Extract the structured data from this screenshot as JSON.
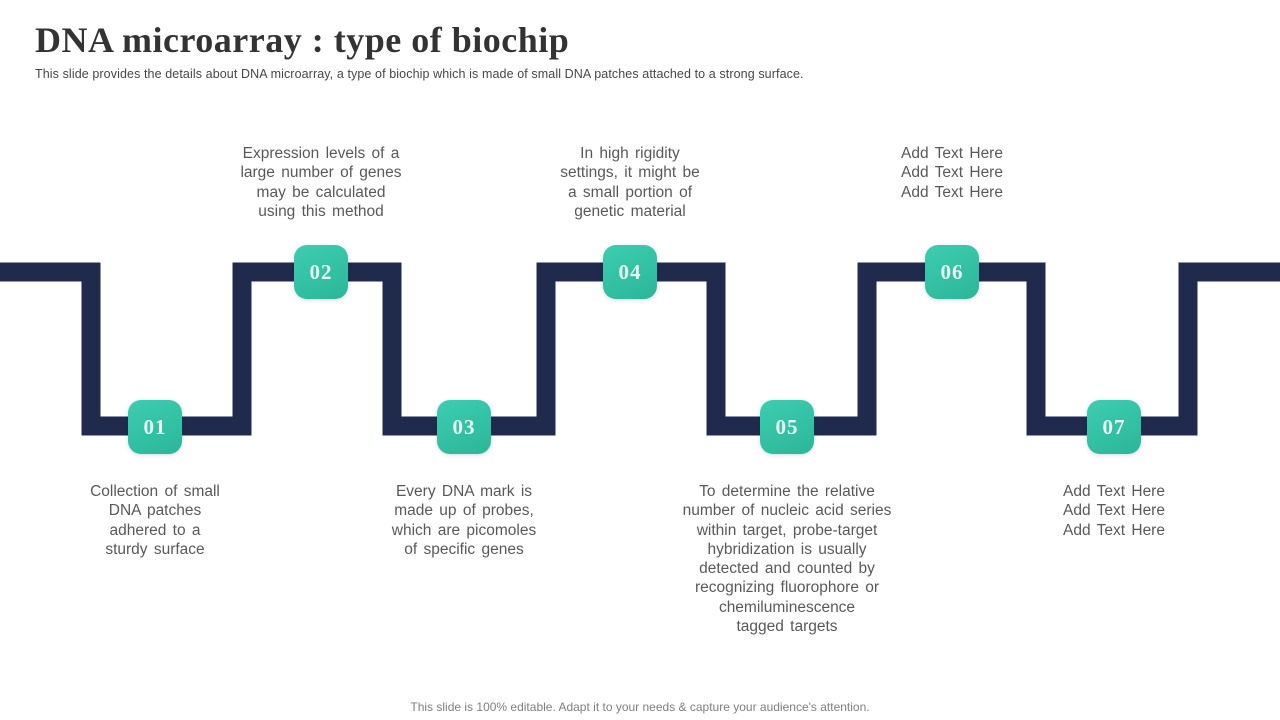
{
  "slide": {
    "title": "DNA microarray : type of biochip",
    "subtitle": "This slide provides the details about DNA microarray, a type of biochip which is made of small DNA patches attached to a strong surface.",
    "footer": "This slide is 100% editable. Adapt it to your needs & capture your audience's attention."
  },
  "timeline": {
    "shape": "zigzag",
    "line_color": "#1F2A4C",
    "badge_color": "#35C3A7",
    "badge_text_color": "#EAF6F2",
    "body_text_color": "#595959",
    "steps": [
      {
        "number": "01",
        "row": "bottom",
        "text": "Collection of small\nDNA patches\nadhered to a\nsturdy surface"
      },
      {
        "number": "02",
        "row": "top",
        "text": "Expression levels of a\nlarge number of genes\nmay be calculated\nusing this method"
      },
      {
        "number": "03",
        "row": "bottom",
        "text": "Every DNA mark is\nmade up of probes,\nwhich are picomoles\nof specific genes"
      },
      {
        "number": "04",
        "row": "top",
        "text": "In high rigidity\nsettings, it might be\na small portion of\ngenetic material"
      },
      {
        "number": "05",
        "row": "bottom",
        "text": "To determine the relative\nnumber of nucleic acid series\nwithin target, probe-target\nhybridization is usually\ndetected and counted by\nrecognizing fluorophore or\nchemiluminescence\ntagged targets"
      },
      {
        "number": "06",
        "row": "top",
        "text": "Add Text Here\nAdd Text Here\nAdd Text Here"
      },
      {
        "number": "07",
        "row": "bottom",
        "text": "Add Text Here\nAdd Text Here\nAdd Text Here"
      }
    ]
  }
}
